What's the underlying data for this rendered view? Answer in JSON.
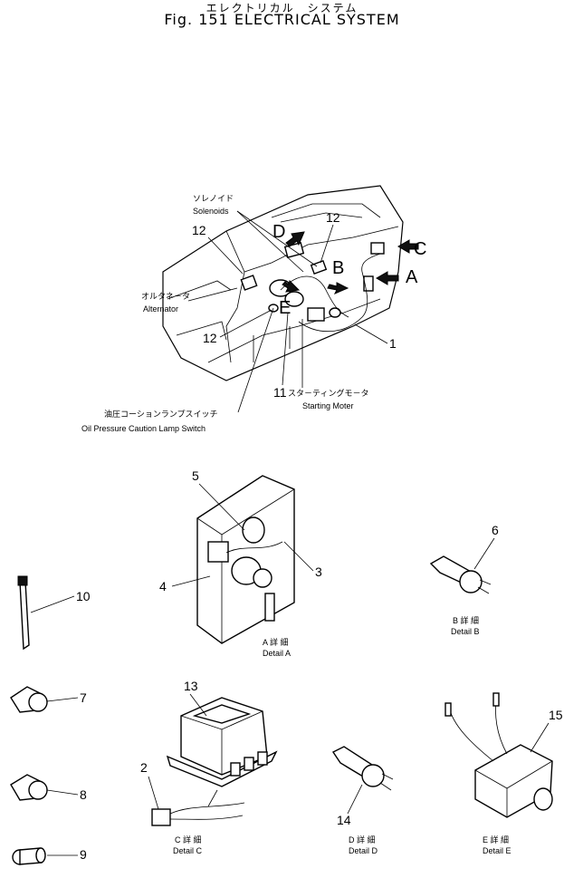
{
  "title": {
    "japanese": "エレクトリカル　システム",
    "english": "Fig. 151    ELECTRICAL  SYSTEM"
  },
  "labels": {
    "solenoids_jp": "ソレノイド",
    "solenoids": "Solenoids",
    "alternator_jp": "オルタネ－タ",
    "alternator": "Alternator",
    "starting_motor_jp": "スタ－ティングモ－タ",
    "starting_motor": "Starting Moter",
    "oil_pressure_jp": "油圧コーションランプスイッチ",
    "oil_pressure": "Oil Pressure Caution Lamp Switch"
  },
  "callouts": {
    "a": "A",
    "b": "B",
    "c": "C",
    "d": "D",
    "e": "E"
  },
  "part_numbers": {
    "p1": "1",
    "p2": "2",
    "p3": "3",
    "p4": "4",
    "p5": "5",
    "p6": "6",
    "p7": "7",
    "p8": "8",
    "p9": "9",
    "p10": "10",
    "p11": "11",
    "p12a": "12",
    "p12b": "12",
    "p12c": "12",
    "p13": "13",
    "p14": "14",
    "p15": "15"
  },
  "details": {
    "a_jp": "A 詳 細",
    "a": "Detail A",
    "b_jp": "B 詳 細",
    "b": "Detail B",
    "c_jp": "C 詳 細",
    "c": "Detail C",
    "d_jp": "D 詳 細",
    "d": "Detail D",
    "e_jp": "E 詳 細",
    "e": "Detail E"
  }
}
